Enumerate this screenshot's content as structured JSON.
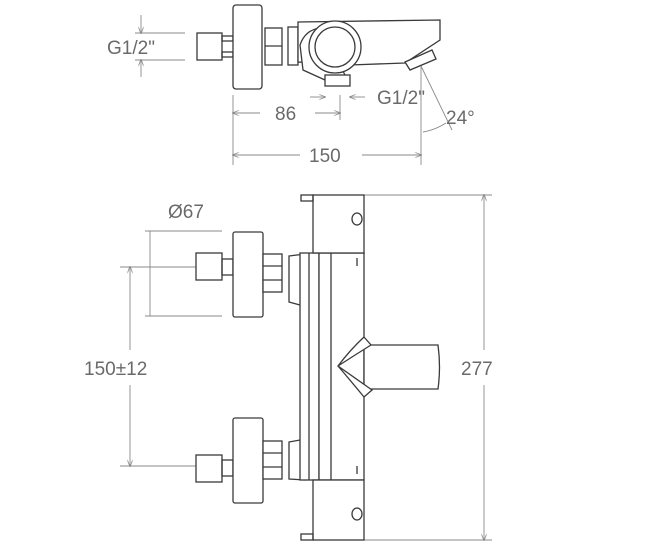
{
  "top_view": {
    "thread_inlet_label": "G1/2\"",
    "dim_86_label": "86",
    "thread_outlet_label": "G1/2\"",
    "angle_label": "24°",
    "dim_150_label": "150"
  },
  "front_view": {
    "rosette_diameter_label": "Ø67",
    "inlet_spacing_label": "150±12",
    "height_label": "277"
  },
  "colors": {
    "line": "#3a3a3a",
    "dimension": "#8a8a8a",
    "text": "#6a6a6a"
  }
}
